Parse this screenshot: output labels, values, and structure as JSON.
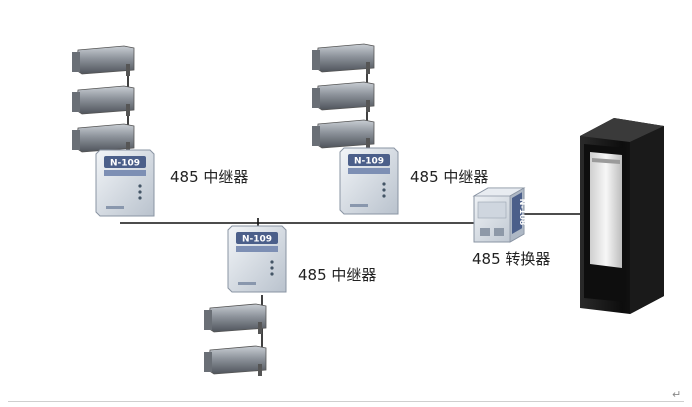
{
  "repeater_model": "N-109",
  "converter_model": "N-108",
  "labels": {
    "repeater_left": "485 中继器",
    "repeater_right": "485 中继器",
    "repeater_middle": "485 中继器",
    "converter": "485 转换器"
  },
  "corner_mark": "↵",
  "colors": {
    "bus_line": "#111111",
    "device_body": "#d7dde6",
    "device_badge": "#4b5f8a",
    "camera_body": "#8a9098",
    "server_body": "#141414"
  }
}
